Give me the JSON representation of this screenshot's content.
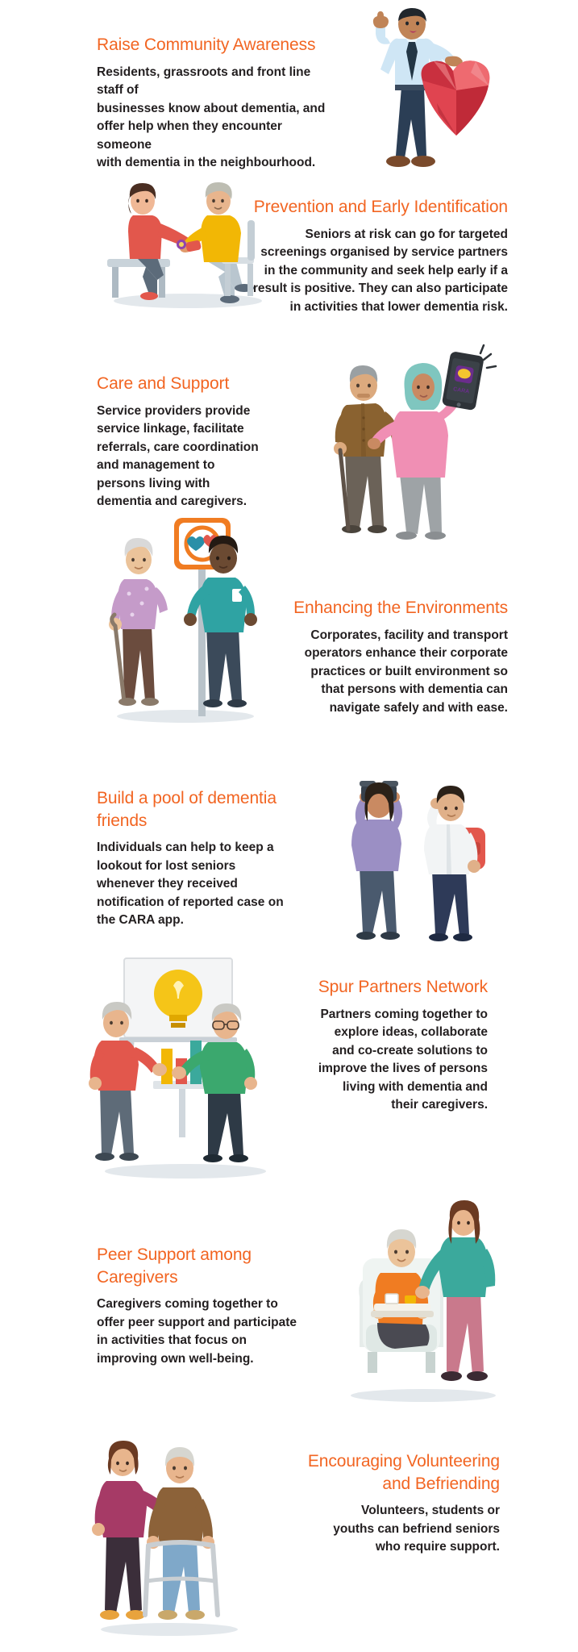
{
  "document": {
    "type": "infographic",
    "theme_color": "#F26522",
    "body_color": "#231F20",
    "background": "#ffffff"
  },
  "sections": [
    {
      "id": "raise-community-awareness",
      "title": "Raise Community Awareness",
      "body": "Residents, grassroots and front line staff of\nbusinesses know about dementia, and\noffer help  when they encounter someone\nwith dementia in the neighbourhood.",
      "text_align": "left",
      "illustration": "man-holding-heart"
    },
    {
      "id": "prevention-and-early-identification",
      "title": "Prevention and Early Identification",
      "body": "Seniors at risk can go for targeted\nscreenings organised by service partners\nin the community and seek help early if a\nresult is positive. They can also participate\nin activities that lower dementia risk.",
      "text_align": "right",
      "illustration": "nurse-screening-senior"
    },
    {
      "id": "care-and-support",
      "title": "Care and Support",
      "body": "Service providers provide\nservice linkage, facilitate\nreferrals, care coordination\nand management to\npersons living with\ndementia and caregivers.",
      "text_align": "left",
      "illustration": "caregiver-with-cara-phone"
    },
    {
      "id": "enhancing-the-environments",
      "title": "Enhancing the Environments",
      "body": "Corporates, facility and transport\noperators enhance their corporate\npractices or built environment so\nthat persons with dementia can\nnavigate safely and with ease.",
      "text_align": "right",
      "illustration": "staff-helping-senior-at-go-to-point"
    },
    {
      "id": "build-a-pool-of-dementia-friends",
      "title": "Build a pool of dementia friends",
      "body": "Individuals can help to keep a\nlookout for lost seniors\nwhenever they received\nnotification of reported case on\nthe CARA app.",
      "text_align": "left",
      "illustration": "two-people-looking-out"
    },
    {
      "id": "spur-partners-network",
      "title": "Spur Partners Network",
      "body": "Partners coming together to\nexplore ideas, collaborate\nand co-create solutions to\nimprove the lives of  persons\nliving with dementia and\ntheir caregivers.",
      "text_align": "right",
      "illustration": "partners-brainstorming-lightbulb"
    },
    {
      "id": "peer-support-among-caregivers",
      "title": "Peer Support among Caregivers",
      "body": "Caregivers coming together to\noffer peer support and participate\nin activities that focus on\nimproving own well-being.",
      "text_align": "left",
      "illustration": "caregiver-serving-senior-in-armchair"
    },
    {
      "id": "encouraging-volunteering-and-befriending",
      "title": "Encouraging Volunteering\nand Befriending",
      "body": "Volunteers, students or\nyouths can befriend seniors\nwho require support.",
      "text_align": "right",
      "illustration": "volunteer-helping-senior-with-walker"
    }
  ],
  "illustration_labels": {
    "phone_app_name": "CARA"
  }
}
